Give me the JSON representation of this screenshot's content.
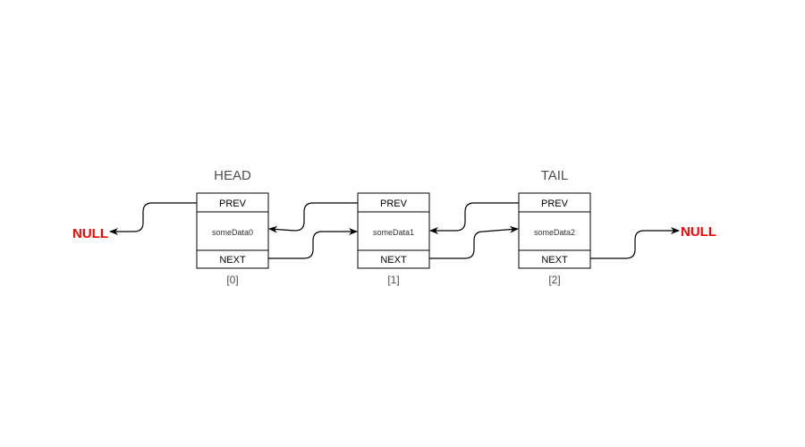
{
  "head_label": "HEAD",
  "tail_label": "TAIL",
  "null_left": "NULL",
  "null_right": "NULL",
  "nodes": [
    {
      "prev": "PREV",
      "data": "someData0",
      "next": "NEXT",
      "index": "[0]"
    },
    {
      "prev": "PREV",
      "data": "someData1",
      "next": "NEXT",
      "index": "[1]"
    },
    {
      "prev": "PREV",
      "data": "someData2",
      "next": "NEXT",
      "index": "[2]"
    }
  ],
  "colors": {
    "null": "#ff0000",
    "label": "#4d4d4d",
    "stroke": "#000000"
  }
}
